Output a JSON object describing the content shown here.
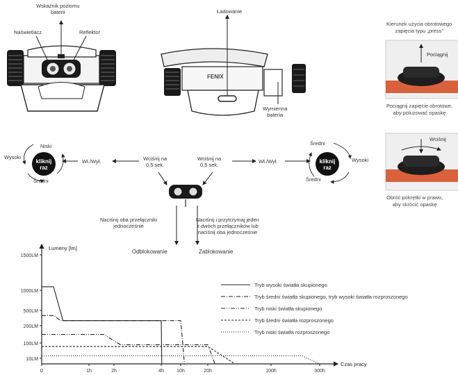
{
  "labels": {
    "battery_indicator": "Wskaźnik poziomu\nbaterii",
    "diffuser": "Naświetlacz",
    "reflector": "Reflektor",
    "charging": "Ładowanie",
    "replaceable_battery": "Wymienna\nbateria",
    "brand": "FENIX"
  },
  "strap": {
    "direction_title": "Kierunek użycia obrotowego\nzapięcia typu „press”",
    "pull_label": "Pociągnij",
    "pull_caption": "Pociągnij zapięcie obrotowe,\naby poluzować opaskę",
    "press_label": "Wciśnij",
    "press_caption": "Obróć pokrętło w prawo,\naby skrócić opaskę"
  },
  "operation": {
    "click_label": "kliknij\nraz",
    "left_cycle": [
      "Niski",
      "Wysoki",
      "Średni"
    ],
    "right_cycle": [
      "Średni",
      "Wysoki",
      "Średni"
    ],
    "onoff": "Wł./Wył.",
    "hold_left": "Wciśnij na\n0,5 sek.",
    "hold_right": "Wciśnij na\n0,5 sek.",
    "unlock_instr": "Naciśnij oba przełączniki\njednocześnie",
    "lock_instr": "Naciśnij i przytrzymaj jeden\nz dwóch przełączników lub\nnaciśnij oba jednocześnie",
    "unlock": "Odblokowanie",
    "lock": "Zablokowanie"
  },
  "chart_data": {
    "type": "line",
    "ylabel": "Lumeny [lm]",
    "xlabel": "Czas pracy",
    "y_ticks": [
      "1500LM",
      "1000LM",
      "500LM",
      "200LM",
      "100LM",
      "10LM"
    ],
    "x_ticks": [
      "0",
      "1h",
      "2h",
      "4h",
      "10h",
      "20h",
      "100h",
      "300h"
    ],
    "series": [
      {
        "name": "Tryb wysoki światła skupionego",
        "style": "solid",
        "points": [
          [
            0,
            1050
          ],
          [
            0.25,
            1050
          ],
          [
            0.45,
            300
          ],
          [
            4,
            300
          ],
          [
            4.1,
            0
          ]
        ]
      },
      {
        "name": "Tryb średni światła skupionego, tryb wysoki światła rozproszonego",
        "style": "dashdot",
        "points": [
          [
            0,
            400
          ],
          [
            0.25,
            400
          ],
          [
            0.4,
            300
          ],
          [
            10,
            300
          ],
          [
            11,
            0
          ]
        ]
      },
      {
        "name": "Tryb niski światła skupionego",
        "style": "dashdotdot",
        "points": [
          [
            0,
            150
          ],
          [
            1.5,
            150
          ],
          [
            2.2,
            90
          ],
          [
            20,
            90
          ],
          [
            24,
            0
          ]
        ]
      },
      {
        "name": "Tryb średni światła rozproszonego",
        "style": "dashed",
        "points": [
          [
            0,
            80
          ],
          [
            20,
            80
          ],
          [
            40,
            0
          ]
        ]
      },
      {
        "name": "Tryb niski światła rozproszonego",
        "style": "dotted",
        "points": [
          [
            0,
            25
          ],
          [
            200,
            25
          ],
          [
            300,
            0
          ]
        ]
      }
    ]
  }
}
